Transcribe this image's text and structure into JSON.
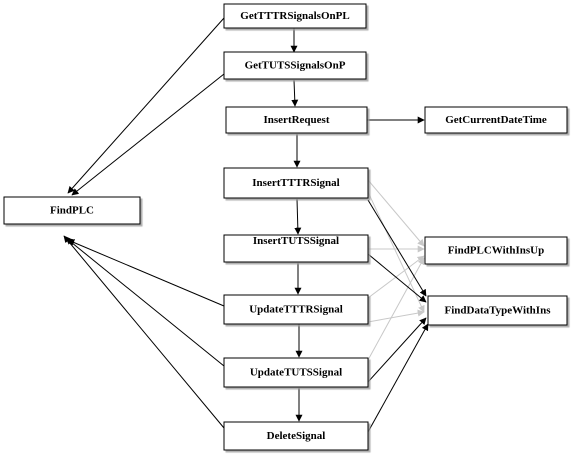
{
  "nodes": {
    "getTTTRSignalsOnPL": "GetTTTRSignalsOnPL",
    "getTUTSSignalsOnP": "GetTUTSSignalsOnP",
    "insertRequest": "InsertRequest",
    "getCurrentDateTime": "GetCurrentDateTime",
    "insertTTTRSignal": "InsertTTTRSignal",
    "findPLC": "FindPLC",
    "insertTUTSSignal": "InsertTUTSSignal",
    "findPLCWithInsUp": "FindPLCWithInsUp",
    "updateTTTRSignal": "UpdateTTTRSignal",
    "findDataTypeWithIns": "FindDataTypeWithIns",
    "updateTUTSSignal": "UpdateTUTSSignal",
    "deleteSignal": "DeleteSignal"
  },
  "colors": {
    "primary_edge": "#000000",
    "secondary_edge": "#c8c8c8",
    "node_border": "#000000",
    "node_shadow": "#9a9a9a"
  }
}
